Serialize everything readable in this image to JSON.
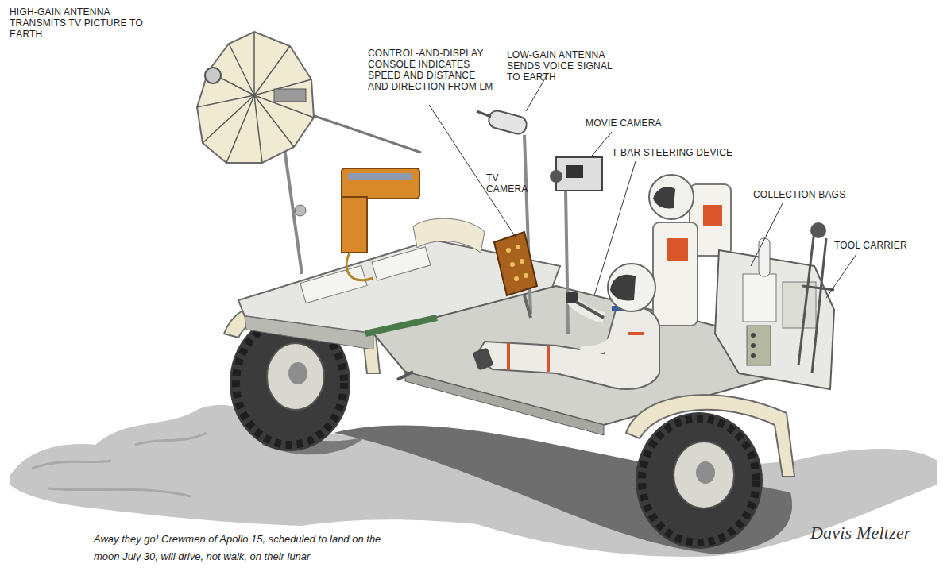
{
  "diagram": {
    "caption": "Away they go! Crewmen of Apollo 15, scheduled to land on the moon July 30, will drive, not walk, on their lunar",
    "labels": [
      "HIGH-GAIN ANTENNA TRANSMITS TV PICTURE TO EARTH",
      "CONTROL-AND-DISPLAY CONSOLE INDICATES SPEED AND DISTANCE AND DIRECTION FROM LM",
      "LOW-GAIN ANTENNA SENDS VOICE SIGNAL TO EARTH",
      "MOVIE CAMERA",
      "T-BAR STEERING DEVICE",
      "TV CAMERA",
      "COLLECTION BAGS",
      "TOOL CARRIER",
      "Davis Meltzer"
    ]
  }
}
